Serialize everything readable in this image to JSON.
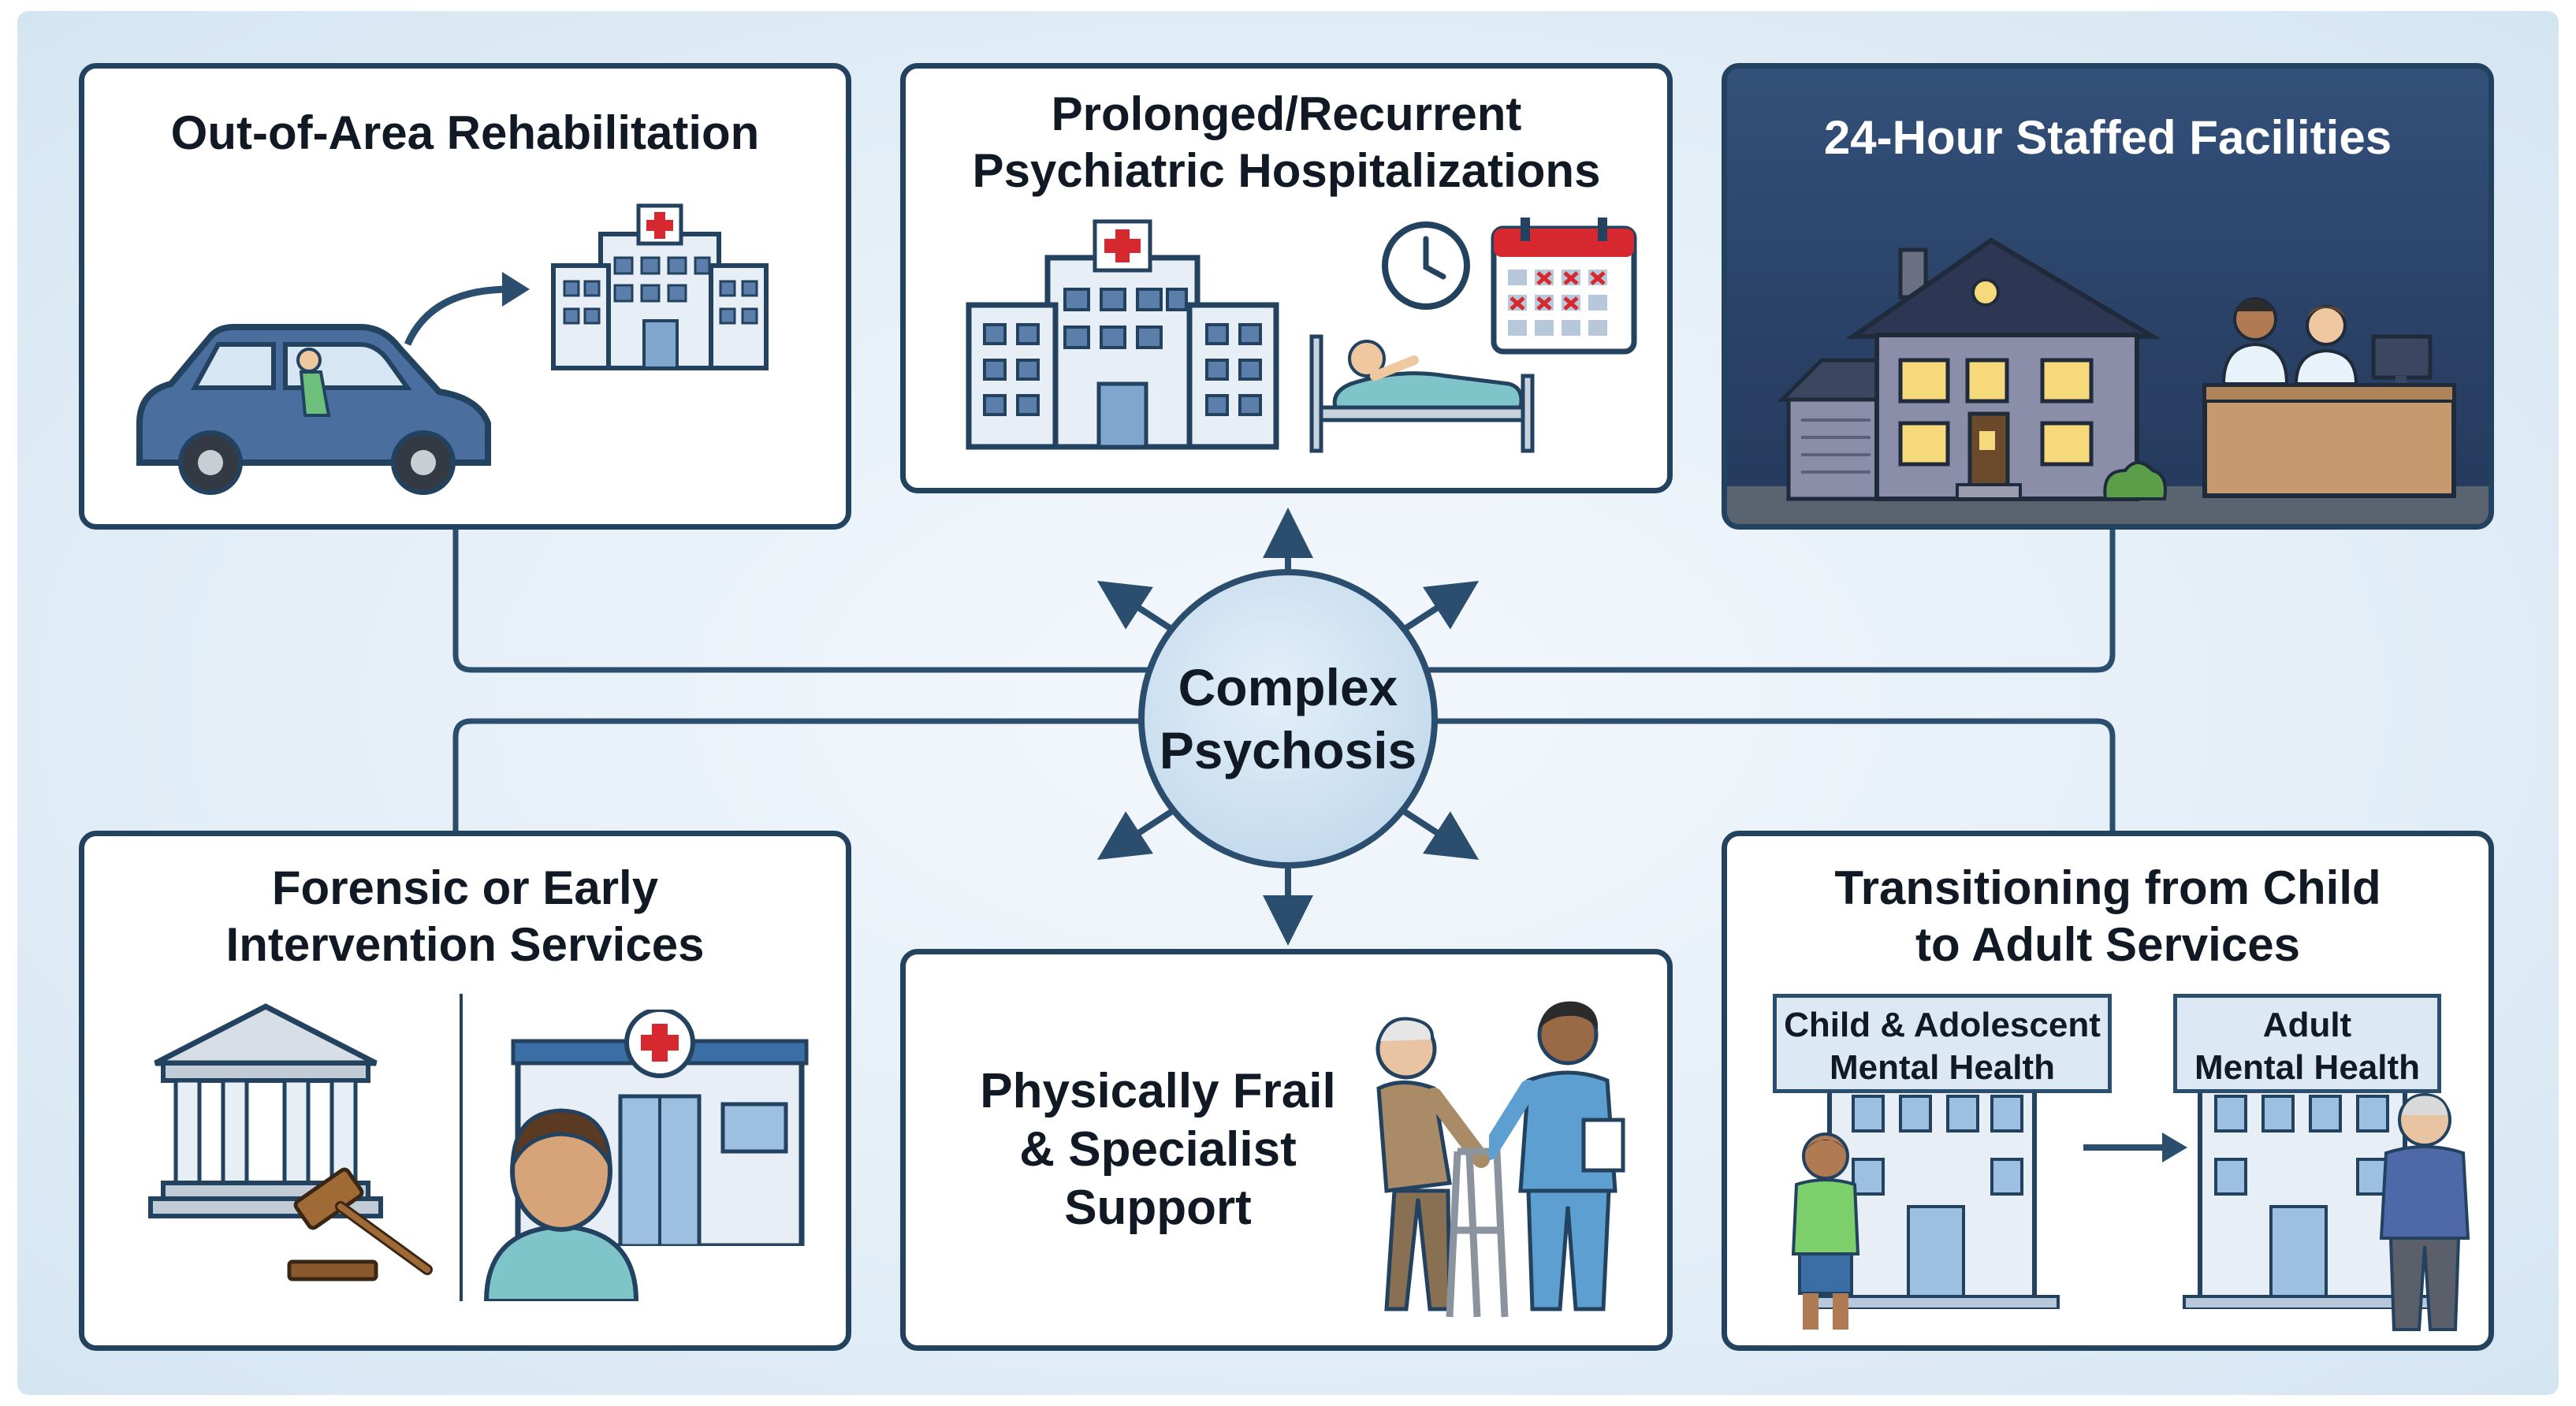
{
  "hub": {
    "line1": "Complex",
    "line2": "Psychosis"
  },
  "panels": {
    "out_of_area": {
      "title": "Out-of-Area Rehabilitation"
    },
    "hospitalizations": {
      "line1": "Prolonged/Recurrent",
      "line2": "Psychiatric Hospitalizations"
    },
    "staffed": {
      "title": "24-Hour Staffed Facilities"
    },
    "forensic": {
      "line1": "Forensic or Early",
      "line2": "Intervention Services"
    },
    "frail": {
      "line1": "Physically Frail",
      "line2": "& Specialist",
      "line3": "Support"
    },
    "transition": {
      "line1": "Transitioning from Child",
      "line2": "to Adult Services",
      "child_sign_line1": "Child & Adolescent",
      "child_sign_line2": "Mental Health",
      "adult_sign_line1": "Adult",
      "adult_sign_line2": "Mental Health"
    }
  },
  "colors": {
    "navy": "#23425f",
    "hub_fill": "#c6dcee",
    "background": "#e3eef7",
    "accent_red": "#d7282f",
    "dark_panel": "#2a4166"
  },
  "icons": [
    "car-icon",
    "hospital-icon",
    "clock-icon",
    "calendar-icon",
    "hospital-bed-icon",
    "house-icon",
    "staff-desk-icon",
    "courthouse-icon",
    "gavel-icon",
    "clinic-icon",
    "person-icon",
    "elderly-walker-icon",
    "nurse-icon",
    "child-icon",
    "adult-icon",
    "arrow-right-icon"
  ]
}
